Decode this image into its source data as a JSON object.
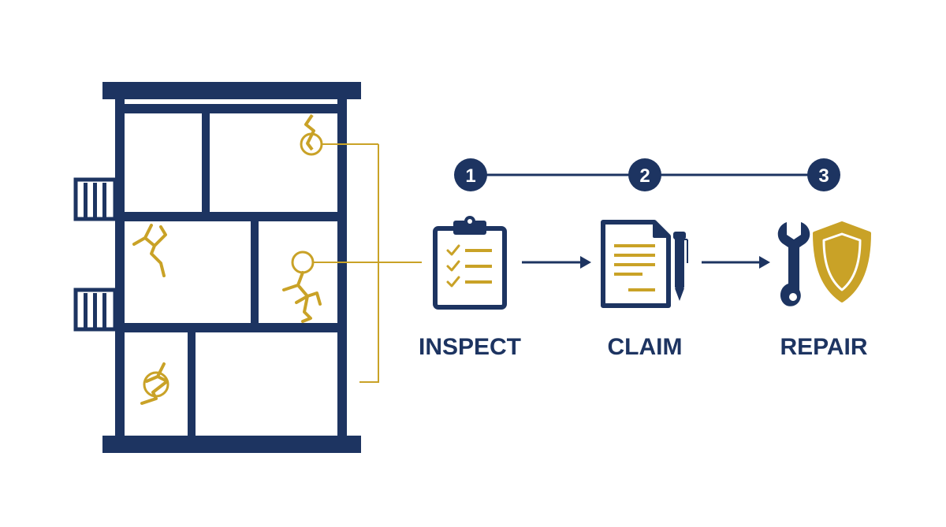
{
  "colors": {
    "navy": "#1d3461",
    "gold": "#c9a227",
    "background": "#ffffff"
  },
  "building": {
    "crack_count": 4,
    "inspection_markers": 2
  },
  "steps": [
    {
      "number": "1",
      "label": "INSPECT",
      "icon": "clipboard-checklist-icon"
    },
    {
      "number": "2",
      "label": "CLAIM",
      "icon": "document-pen-icon"
    },
    {
      "number": "3",
      "label": "REPAIR",
      "icon": "wrench-shield-icon"
    }
  ]
}
